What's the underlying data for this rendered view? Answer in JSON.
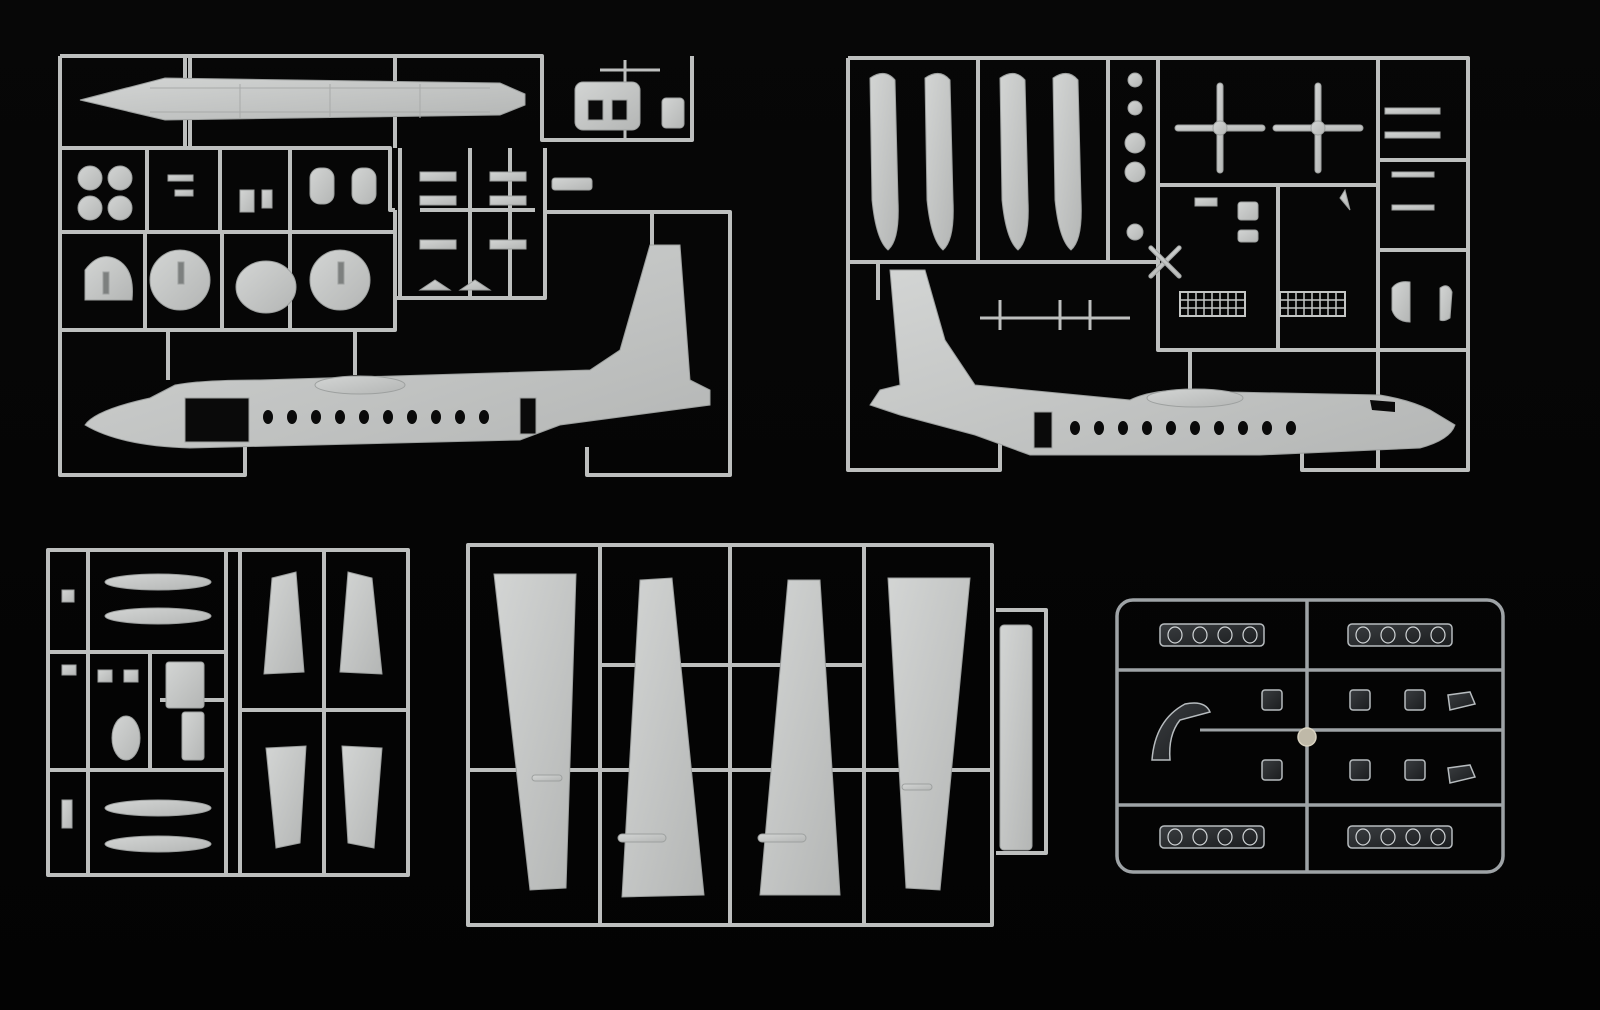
{
  "photo": {
    "background": "#050505",
    "plastic_color": "#c4c6c5",
    "clear_color": "#9ea3a6"
  },
  "sprues": [
    {
      "id": "fuselage-left",
      "material": "grey"
    },
    {
      "id": "fuselage-right",
      "material": "grey"
    },
    {
      "id": "small-parts",
      "material": "grey"
    },
    {
      "id": "wings",
      "material": "grey"
    },
    {
      "id": "clear-parts",
      "material": "clear"
    }
  ]
}
